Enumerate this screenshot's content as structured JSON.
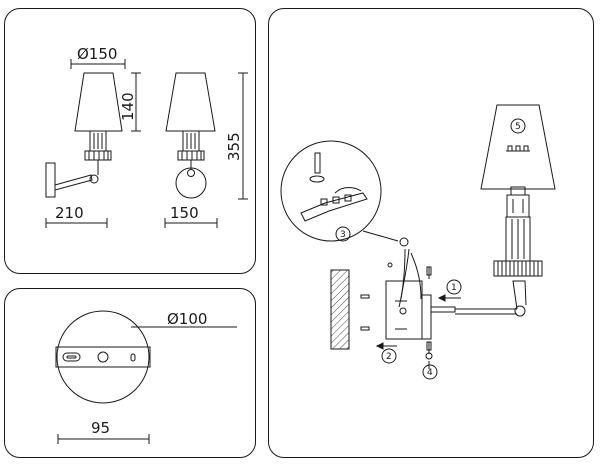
{
  "dimensions_view": {
    "shade_diameter": "Ø150",
    "shade_height": "140",
    "overall_height": "355",
    "side_projection": "210",
    "front_width": "150"
  },
  "plate_view": {
    "plate_diameter": "Ø100",
    "plate_width": "95"
  },
  "installation_view": {
    "steps": [
      "1",
      "2",
      "3",
      "4",
      "5"
    ]
  },
  "colors": {
    "line": "#1a1a1a",
    "background": "#ffffff"
  }
}
